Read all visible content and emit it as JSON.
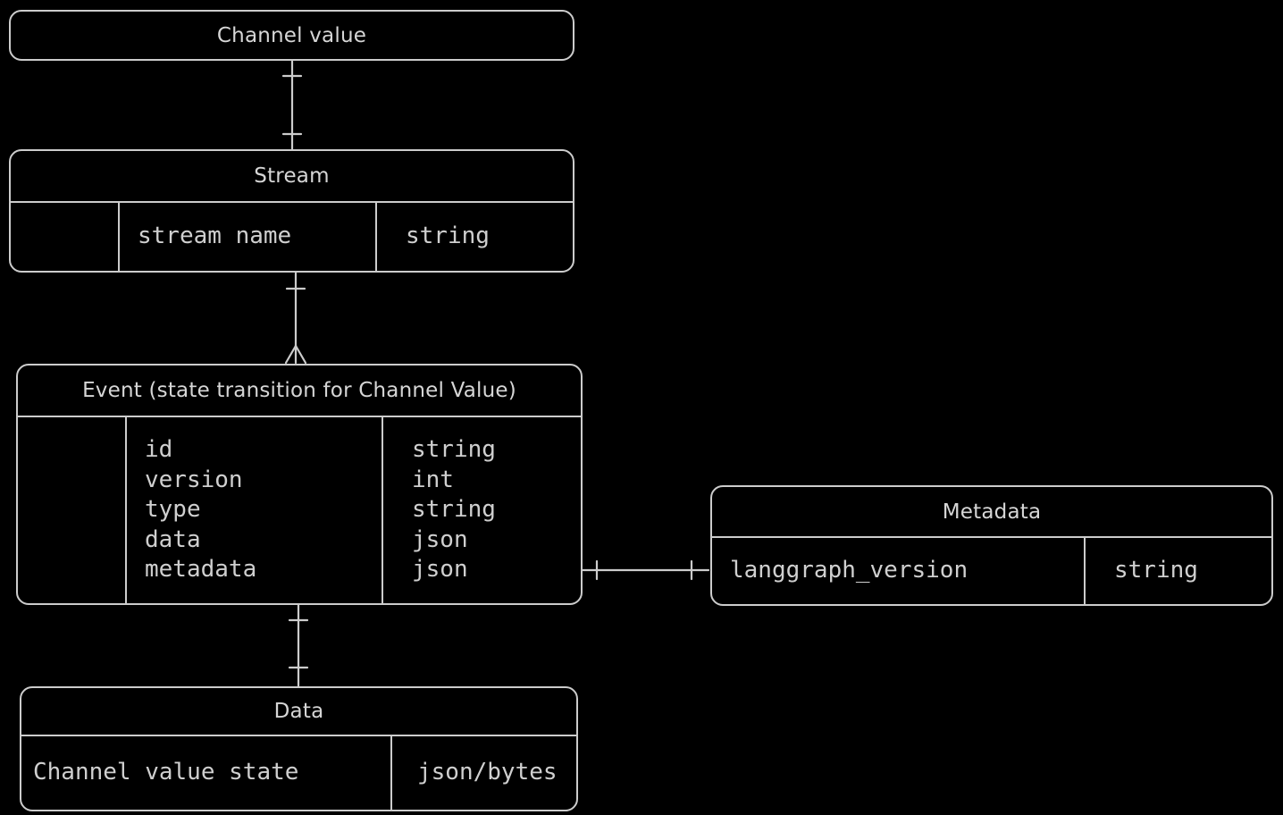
{
  "diagram": {
    "type": "entity-relationship",
    "background_color": "#000000",
    "stroke_color": "#cccccc",
    "text_color": "#d4d4d4"
  },
  "entities": [
    {
      "title": "Channel value",
      "rows": []
    },
    {
      "title": "Stream",
      "rows": [
        {
          "name": "stream name",
          "type": "string"
        }
      ]
    },
    {
      "title": "Event (state transition for Channel Value)",
      "rows": [
        {
          "name": "id",
          "type": "string"
        },
        {
          "name": "version",
          "type": "int"
        },
        {
          "name": "type",
          "type": "string"
        },
        {
          "name": "data",
          "type": "json"
        },
        {
          "name": "metadata",
          "type": "json"
        }
      ]
    },
    {
      "title": "Metadata",
      "rows": [
        {
          "name": "langgraph_version",
          "type": "string"
        }
      ]
    },
    {
      "title": "Data",
      "rows": [
        {
          "name": "Channel value state",
          "type": "json/bytes"
        }
      ]
    }
  ],
  "relationships": [
    {
      "from": "Channel value",
      "to": "Stream",
      "cardinality": "one-to-one"
    },
    {
      "from": "Stream",
      "to": "Event (state transition for Channel Value)",
      "cardinality": "one-to-many"
    },
    {
      "from": "Event (state transition for Channel Value)",
      "to": "Metadata",
      "cardinality": "one-to-one"
    },
    {
      "from": "Event (state transition for Channel Value)",
      "to": "Data",
      "cardinality": "one-to-one"
    }
  ]
}
